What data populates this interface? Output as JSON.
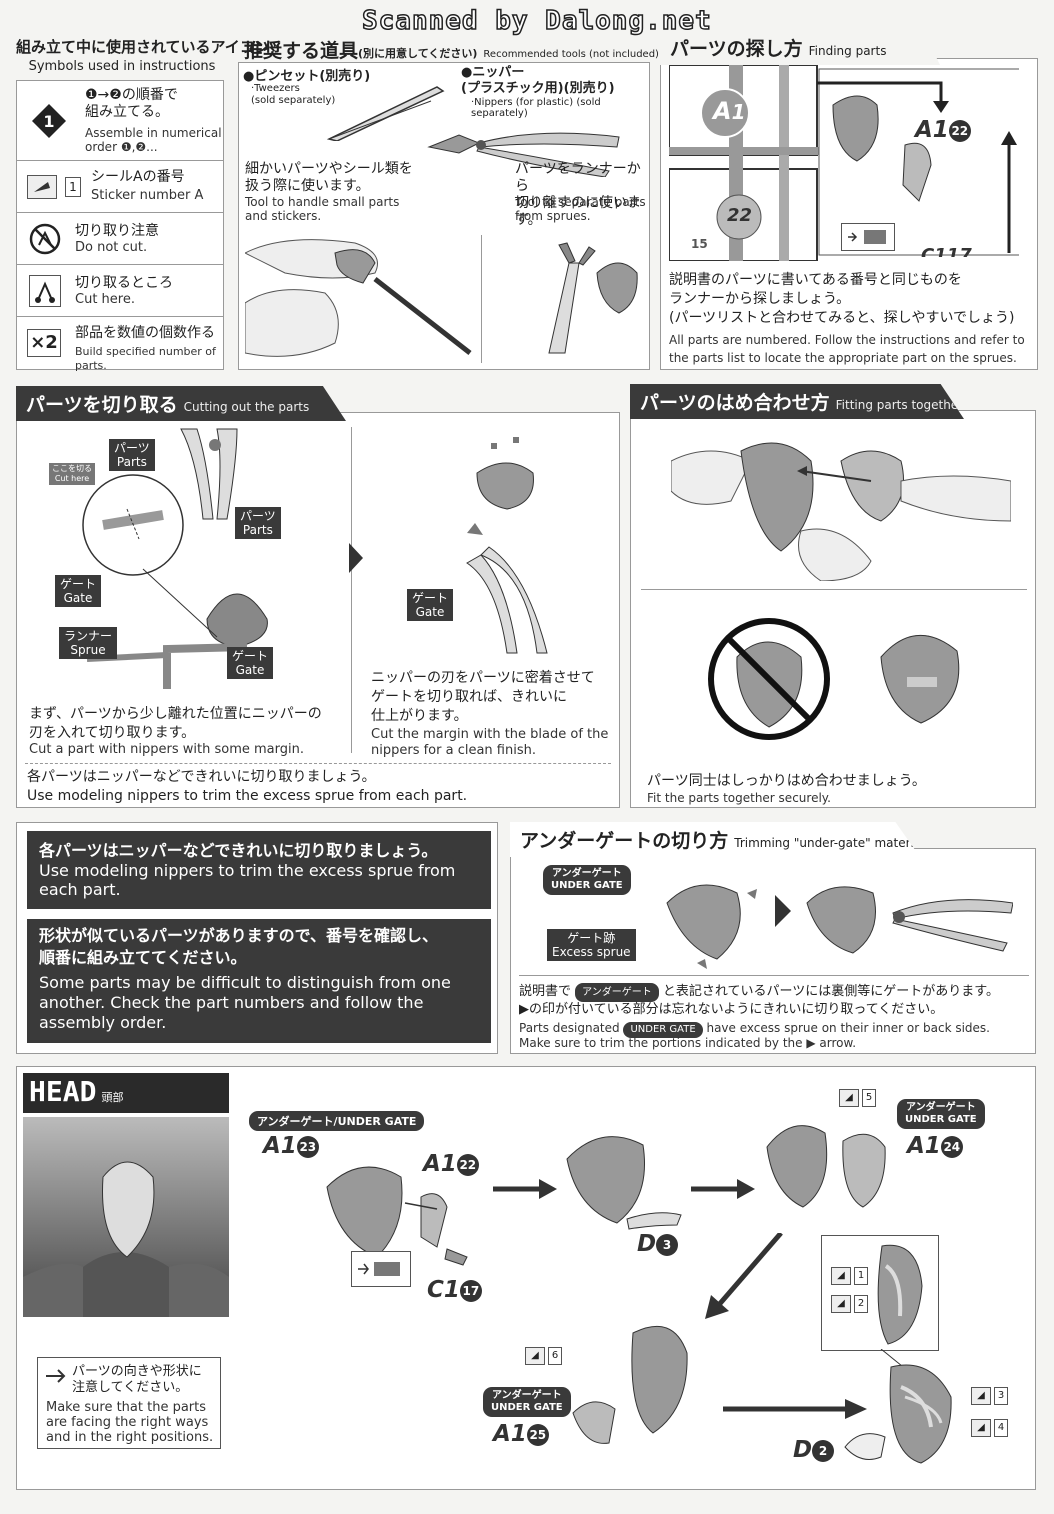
{
  "watermark": "Scanned by Dalong.net",
  "symbols": {
    "title_jp": "組み立て中に使用されているアイコン",
    "title_en": "Symbols used in instructions",
    "rows": [
      {
        "jp": "❶→❷の順番で\n組み立てる。",
        "en": "Assemble in numerical\norder ❶,❷..."
      },
      {
        "jp": "シールAの番号",
        "en": "Sticker number A"
      },
      {
        "jp": "切り取り注意",
        "en": "Do not cut."
      },
      {
        "jp": "切り取るところ",
        "en": "Cut here."
      },
      {
        "jp": "部品を数値の個数作る",
        "en": "Build specified number of parts."
      }
    ],
    "icon_num_1": "1",
    "icon_x2": "×2"
  },
  "tools": {
    "title_jp": "推奨する道具",
    "title_paren": "(別に用意してください)",
    "title_en": "Recommended tools (not included)",
    "tweezers_jp": "●ピンセット(別売り)",
    "tweezers_en": "·Tweezers\n(sold separately)",
    "tweezers_desc_jp": "細かいパーツやシール類を\n扱う際に使います。",
    "tweezers_desc_en": "Tool to handle small parts\nand stickers.",
    "nippers_jp": "●ニッパー\n(プラスチック用)(別売り)",
    "nippers_en": "·Nippers (for plastic) (sold separately)",
    "nippers_desc_jp": "パーツをランナーから\n切り離すのに使います。",
    "nippers_desc_en": "Tool to separate parts\nfrom sprues."
  },
  "finding": {
    "title_jp": "パーツの探し方",
    "title_en": "Finding parts",
    "runner_a": "A",
    "runner_num1": "1",
    "runner_num22": "22",
    "runner_num15": "15",
    "code_a": "A1",
    "code_a_n": "22",
    "code_c": "C1",
    "code_c_n": "17",
    "desc_jp": "説明書のパーツに書いてある番号と同じものを\nランナーから探しましょう。\n(パーツリストと合わせてみると、探しやすいでしょう)",
    "desc_en": "All parts are numbered. Follow the instructions and refer to\nthe parts list to locate the appropriate part on the sprues."
  },
  "cutting": {
    "title_jp": "パーツを切り取る",
    "title_en": "Cutting out the parts",
    "cut_here_jp": "ここを切る",
    "cut_here_en": "Cut here",
    "parts_jp": "パーツ",
    "parts_en": "Parts",
    "gate_jp": "ゲート",
    "gate_en": "Gate",
    "runner_jp": "ランナー",
    "runner_en": "Sprue",
    "step1_jp": "まず、パーツから少し離れた位置にニッパーの\n刃を入れて切り取ります。",
    "step1_en": "Cut a part with nippers with some margin.",
    "step2_jp": "ニッパーの刃をパーツに密着させて\nゲートを切り取れば、きれいに\n仕上がります。",
    "step2_en": "Cut the margin with the blade of the\nnippers for a clean finish.",
    "footer_jp": "各パーツはニッパーなどできれいに切り取りましょう。",
    "footer_en": "Use modeling nippers to trim the excess sprue from each part."
  },
  "fitting": {
    "title_jp": "パーツのはめ合わせ方",
    "title_en": "Fitting parts together",
    "desc_jp": "パーツ同士はしっかりはめ合わせましょう。",
    "desc_en": "Fit the parts together securely."
  },
  "notice": {
    "n1_jp": "各パーツはニッパーなどできれいに切り取りましょう。",
    "n1_en": "Use modeling nippers to trim the excess sprue from\neach part.",
    "n2_jp": "形状が似ているパーツがありますので、番号を確認し、\n順番に組み立ててください。",
    "n2_en": "Some parts may be difficult to distinguish from one\nanother. Check the part numbers and follow the\nassembly order."
  },
  "undergate": {
    "title_jp": "アンダーゲートの切り方",
    "title_en": "Trimming \"under-gate\" material",
    "label_jp": "アンダーゲート",
    "label_en": "UNDER GATE",
    "excess_jp": "ゲート跡",
    "excess_en": "Excess sprue",
    "desc_jp_1": "説明書で",
    "desc_jp_pill": "アンダーゲート",
    "desc_jp_2": "と表記されているパーツには裏側等にゲートがあります。",
    "desc_jp_3": "▶の印が付いている部分は忘れないようにきれいに切り取ってください。",
    "desc_en_1": "Parts designated",
    "desc_en_pill": "UNDER GATE",
    "desc_en_2": "have excess sprue on their inner or back sides.",
    "desc_en_3": "Make sure to trim the portions indicated by the ▶ arrow."
  },
  "head": {
    "title_en": "HEAD",
    "title_jp": "頭部",
    "ug_label_combined": "アンダーゲート/UNDER GATE",
    "ug_jp": "アンダーゲート",
    "ug_en": "UNDER GATE",
    "parts": [
      {
        "code": "A1",
        "n": "23"
      },
      {
        "code": "A1",
        "n": "22"
      },
      {
        "code": "C1",
        "n": "17"
      },
      {
        "code": "D",
        "n": "3"
      },
      {
        "code": "A1",
        "n": "24"
      },
      {
        "code": "A1",
        "n": "25"
      },
      {
        "code": "D",
        "n": "2"
      }
    ],
    "stickers": [
      "5",
      "1",
      "2",
      "6",
      "3",
      "4"
    ],
    "note_jp": "パーツの向きや形状に\n注意してください。",
    "note_en": "Make sure that the parts\nare facing the right ways\nand in the right positions."
  }
}
